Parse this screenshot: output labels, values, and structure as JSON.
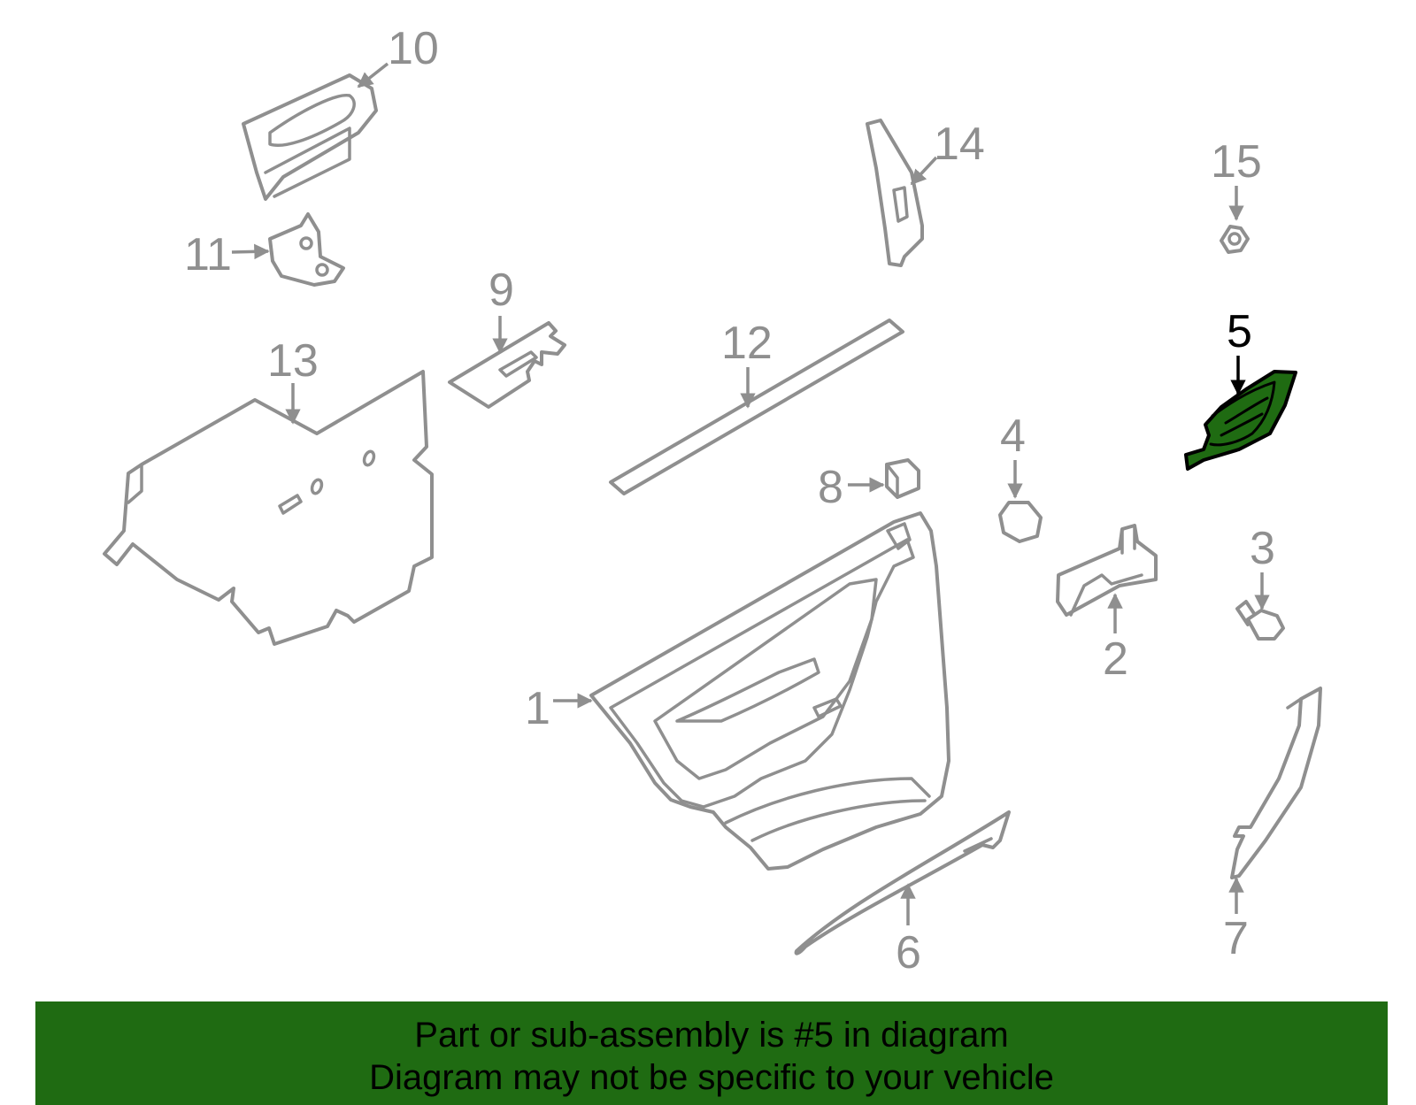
{
  "callouts": {
    "c1": "1",
    "c2": "2",
    "c3": "3",
    "c4": "4",
    "c5": "5",
    "c6": "6",
    "c7": "7",
    "c8": "8",
    "c9": "9",
    "c10": "10",
    "c11": "11",
    "c12": "12",
    "c13": "13",
    "c14": "14",
    "c15": "15"
  },
  "highlighted_part": "5",
  "colors": {
    "highlight": "#1f6b12",
    "line_art": "#8f8f8f",
    "banner": "#1f6b12"
  },
  "banner": {
    "line1": "Part or sub-assembly is #5 in diagram",
    "line2": "Diagram may not be specific to your vehicle"
  }
}
